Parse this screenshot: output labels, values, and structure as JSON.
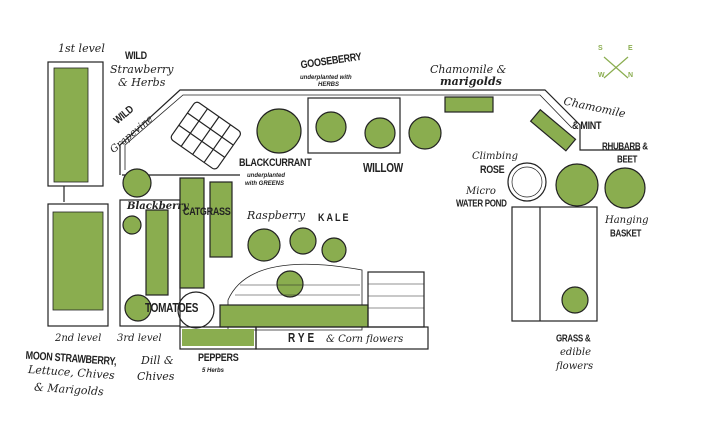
{
  "colors": {
    "plant_green": "#8aad4f",
    "ink": "#222222",
    "compass": "#8aad4f"
  },
  "compass": {
    "s": "S",
    "e": "E",
    "w": "W",
    "n": "N"
  },
  "labels": {
    "first_level": "1st level",
    "wild_strawberry": [
      "WILD",
      "Strawberry",
      "& Herbs"
    ],
    "wild_grapevine": [
      "WILD",
      "Grapevine"
    ],
    "gooseberry": [
      "GOOSEBERRY",
      "underplanted with",
      "HERBS"
    ],
    "chamomile_marigolds": [
      "Chamomile &",
      "marigolds"
    ],
    "chamomile_mint": [
      "Chamomile",
      "& MINT"
    ],
    "rhubarb_beet": [
      "RHUBARB &",
      "BEET"
    ],
    "blackcurrant": [
      "BLACKCURRANT",
      "underplanted",
      "with GREENS"
    ],
    "willow": "WILLOW",
    "climbing_rose": [
      "Climbing",
      "ROSE"
    ],
    "water_pond": [
      "Micro",
      "WATER POND"
    ],
    "hanging_basket": [
      "Hanging",
      "BASKET"
    ],
    "blackberry": "Blackberry",
    "catgrass": "CATGRASS",
    "raspberry": "Raspberry",
    "kale": "KALE",
    "tomatoes": "TOMATOES",
    "rye": "RYE",
    "corn_flowers": "& Corn flowers",
    "second_level": "2nd level",
    "third_level": "3rd level",
    "moon_strawberry": [
      "MOON STRAWBERRY,",
      "Lettuce, Chives",
      "& Marigolds"
    ],
    "dill_chives": [
      "Dill &",
      "Chives"
    ],
    "peppers": [
      "PEPPERS",
      "5 Herbs"
    ],
    "grass_flowers": [
      "GRASS &",
      "edible",
      "flowers"
    ]
  }
}
